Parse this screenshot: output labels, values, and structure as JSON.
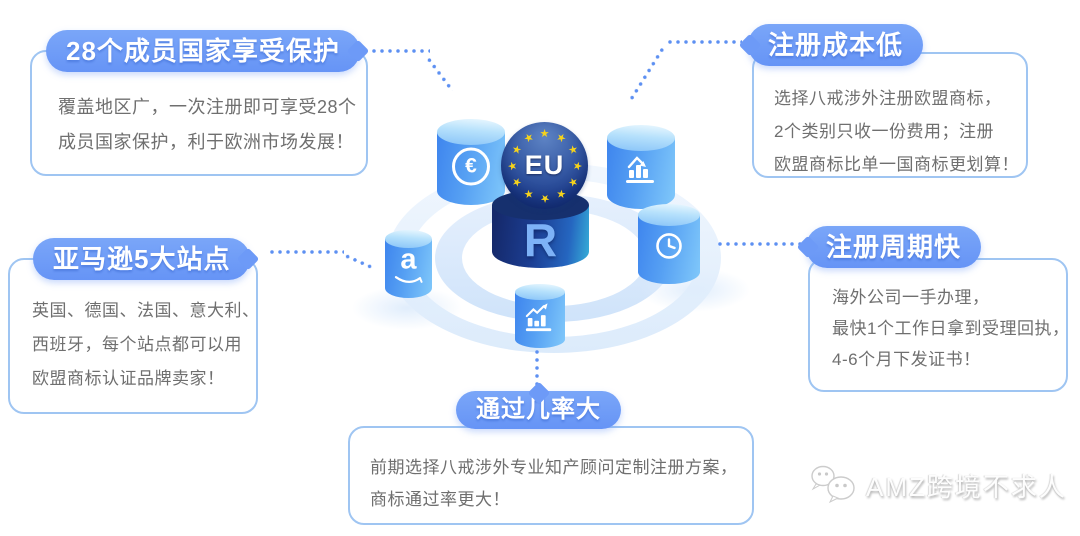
{
  "callouts": {
    "top_left": {
      "badge": "28个成员国家享受保护",
      "lines": [
        "覆盖地区广，一次注册即可享受28个",
        "成员国家保护，利于欧洲市场发展！"
      ]
    },
    "top_right": {
      "badge": "注册成本低",
      "lines": [
        "选择八戒涉外注册欧盟商标，",
        "2个类别只收一份费用；注册",
        "欧盟商标比单一国商标更划算！"
      ]
    },
    "mid_left": {
      "badge": "亚马逊5大站点",
      "lines": [
        "英国、德国、法国、意大利、",
        "西班牙，每个站点都可以用",
        "欧盟商标认证品牌卖家！"
      ]
    },
    "mid_right": {
      "badge": "注册周期快",
      "lines": [
        "海外公司一手办理，",
        "最快1个工作日拿到受理回执，",
        "4-6个月下发证书！"
      ]
    },
    "bottom": {
      "badge": "通过几率大",
      "lines": [
        "前期选择八戒涉外专业知产顾问定制注册方案，",
        "商标通过率更大！"
      ]
    }
  },
  "center": {
    "eu_label": "EU",
    "registered_mark": "R",
    "euro_symbol": "€",
    "amazon_letter": "a",
    "satellite_icons": [
      "euro-icon",
      "bar-chart-trend-icon",
      "amazon-icon",
      "clock-icon",
      "growth-chart-icon"
    ]
  },
  "watermark": {
    "brand": "AMZ跨境不求人",
    "icon": "wechat-icon"
  },
  "colors": {
    "badge_blue": "#6d9af7",
    "box_border": "#9fc5f2",
    "body_text": "#6f6f6f",
    "dotted_line": "#5d90f2",
    "star_yellow": "#f6d31c",
    "eu_navy": "#16307b",
    "cylinder_blue": "#56a0f3",
    "center_cylinder_dark": "#15296b",
    "registered_mark_blue": "#7db2f7"
  }
}
